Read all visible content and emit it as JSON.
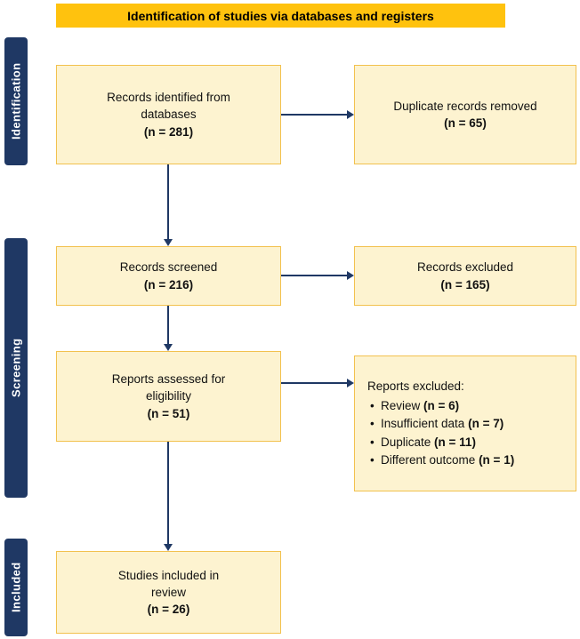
{
  "title": "Identification of studies via databases and registers",
  "sidebar": {
    "identification": "Identification",
    "screening": "Screening",
    "included": "Included"
  },
  "boxes": {
    "records_identified": {
      "line1": "Records identified from",
      "line2": "databases",
      "n": "(n = 281)"
    },
    "duplicates_removed": {
      "line1": "Duplicate records removed",
      "n": "(n = 65)"
    },
    "records_screened": {
      "line1": "Records screened",
      "n": "(n = 216)"
    },
    "records_excluded": {
      "line1": "Records excluded",
      "n": "(n = 165)"
    },
    "reports_assessed": {
      "line1": "Reports assessed for",
      "line2": "eligibility",
      "n": "(n = 51)"
    },
    "reports_excluded": {
      "header": "Reports excluded:",
      "items": [
        {
          "text": "Review ",
          "n": "(n = 6)"
        },
        {
          "text": "Insufficient data ",
          "n": "(n = 7)"
        },
        {
          "text": "Duplicate ",
          "n": "(n = 11)"
        },
        {
          "text": "Different outcome ",
          "n": "(n = 1)"
        }
      ]
    },
    "studies_included": {
      "line1": "Studies included in",
      "line2": "review",
      "n": "(n = 26)"
    }
  },
  "colors": {
    "title_bg": "#FFC20E",
    "box_fill": "#FDF3D0",
    "box_border": "#F2C14E",
    "stage_bg": "#1F3864",
    "arrow": "#1F3864"
  }
}
